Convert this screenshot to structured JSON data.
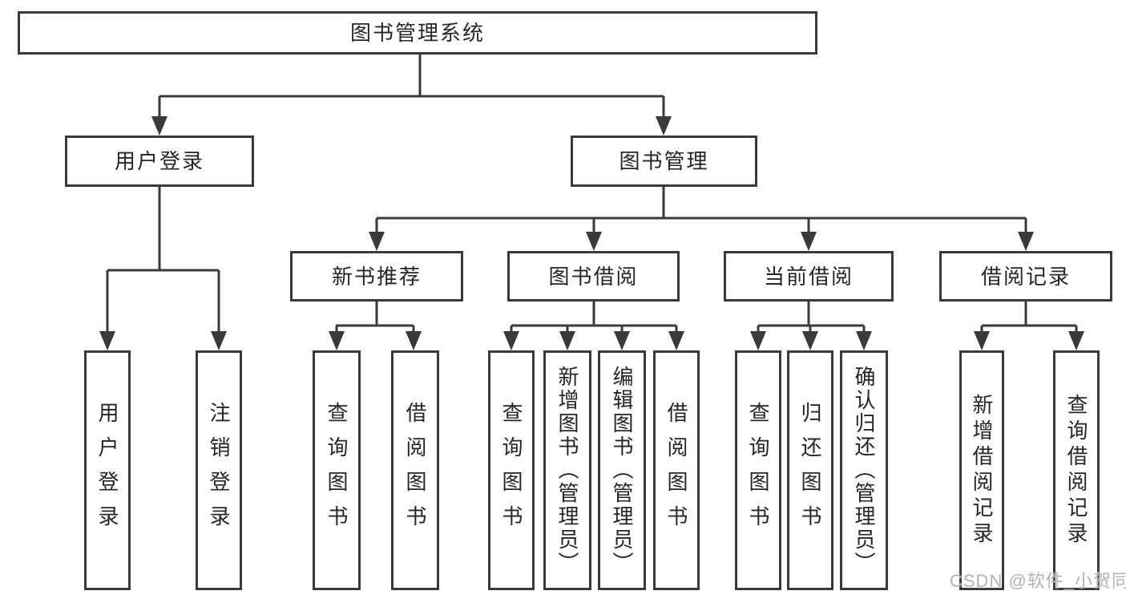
{
  "diagram": {
    "root": {
      "label": "图书管理系统"
    },
    "branches": [
      {
        "label": "用户登录",
        "children": [
          {
            "label": "用户登录"
          },
          {
            "label": "注销登录"
          }
        ]
      },
      {
        "label": "图书管理",
        "children": [
          {
            "label": "新书推荐",
            "children": [
              {
                "label": "查询图书"
              },
              {
                "label": "借阅图书"
              }
            ]
          },
          {
            "label": "图书借阅",
            "children": [
              {
                "label": "查询图书"
              },
              {
                "label": "新增图书（管理员）"
              },
              {
                "label": "编辑图书（管理员）"
              },
              {
                "label": "借阅图书"
              }
            ]
          },
          {
            "label": "当前借阅",
            "children": [
              {
                "label": "查询图书"
              },
              {
                "label": "归还图书"
              },
              {
                "label": "确认归还（管理员）"
              }
            ]
          },
          {
            "label": "借阅记录",
            "children": [
              {
                "label": "新增借阅记录"
              },
              {
                "label": "查询借阅记录"
              }
            ]
          }
        ]
      }
    ],
    "watermark": "CSDN @软件_小贺同学",
    "colors": {
      "line": "#3a3a3a",
      "text": "#262626",
      "watermark": "#b3b3b3",
      "background": "#ffffff"
    }
  }
}
